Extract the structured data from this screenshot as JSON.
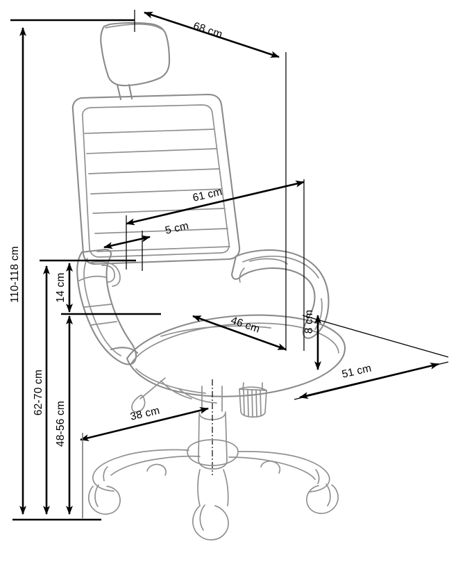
{
  "drawing": {
    "title": "Office chair dimensional drawing",
    "subject": "mesh-back office chair with headrest",
    "units": "cm",
    "line_color": "#8a8a8a",
    "dimension_color": "#000000",
    "background": "#ffffff"
  },
  "dimensions": {
    "overall_depth": {
      "label": "68 cm",
      "value": 68,
      "unit": "cm",
      "orientation": "diagonal",
      "describes": "overall depth at top"
    },
    "overall_height": {
      "label": "110-118 cm",
      "min": 110,
      "max": 118,
      "unit": "cm",
      "orientation": "vertical",
      "describes": "total chair height including headrest"
    },
    "backrest_height": {
      "label": "61 cm",
      "value": 61,
      "unit": "cm",
      "orientation": "diagonal",
      "describes": "backrest height"
    },
    "lumbar_offset": {
      "label": "5 cm",
      "value": 5,
      "unit": "cm",
      "orientation": "diagonal",
      "describes": "lumbar offset"
    },
    "armrest_height": {
      "label": "14 cm",
      "value": 14,
      "unit": "cm",
      "orientation": "vertical",
      "describes": "armrest height above seat"
    },
    "seat_width": {
      "label": "46 cm",
      "value": 46,
      "unit": "cm",
      "orientation": "diagonal",
      "describes": "seat width"
    },
    "seat_thickness": {
      "label": "8 cm",
      "value": 8,
      "unit": "cm",
      "orientation": "vertical",
      "describes": "seat cushion thickness"
    },
    "seat_depth": {
      "label": "51 cm",
      "value": 51,
      "unit": "cm",
      "orientation": "diagonal",
      "describes": "seat depth"
    },
    "base_radius": {
      "label": "38 cm",
      "value": 38,
      "unit": "cm",
      "orientation": "diagonal",
      "describes": "base span to caster"
    },
    "backrest_top_height": {
      "label": "62-70 cm",
      "min": 62,
      "max": 70,
      "unit": "cm",
      "orientation": "vertical",
      "describes": "height to top of armrest range"
    },
    "seat_height": {
      "label": "48-56 cm",
      "min": 48,
      "max": 56,
      "unit": "cm",
      "orientation": "vertical",
      "describes": "adjustable seat height from floor"
    }
  }
}
